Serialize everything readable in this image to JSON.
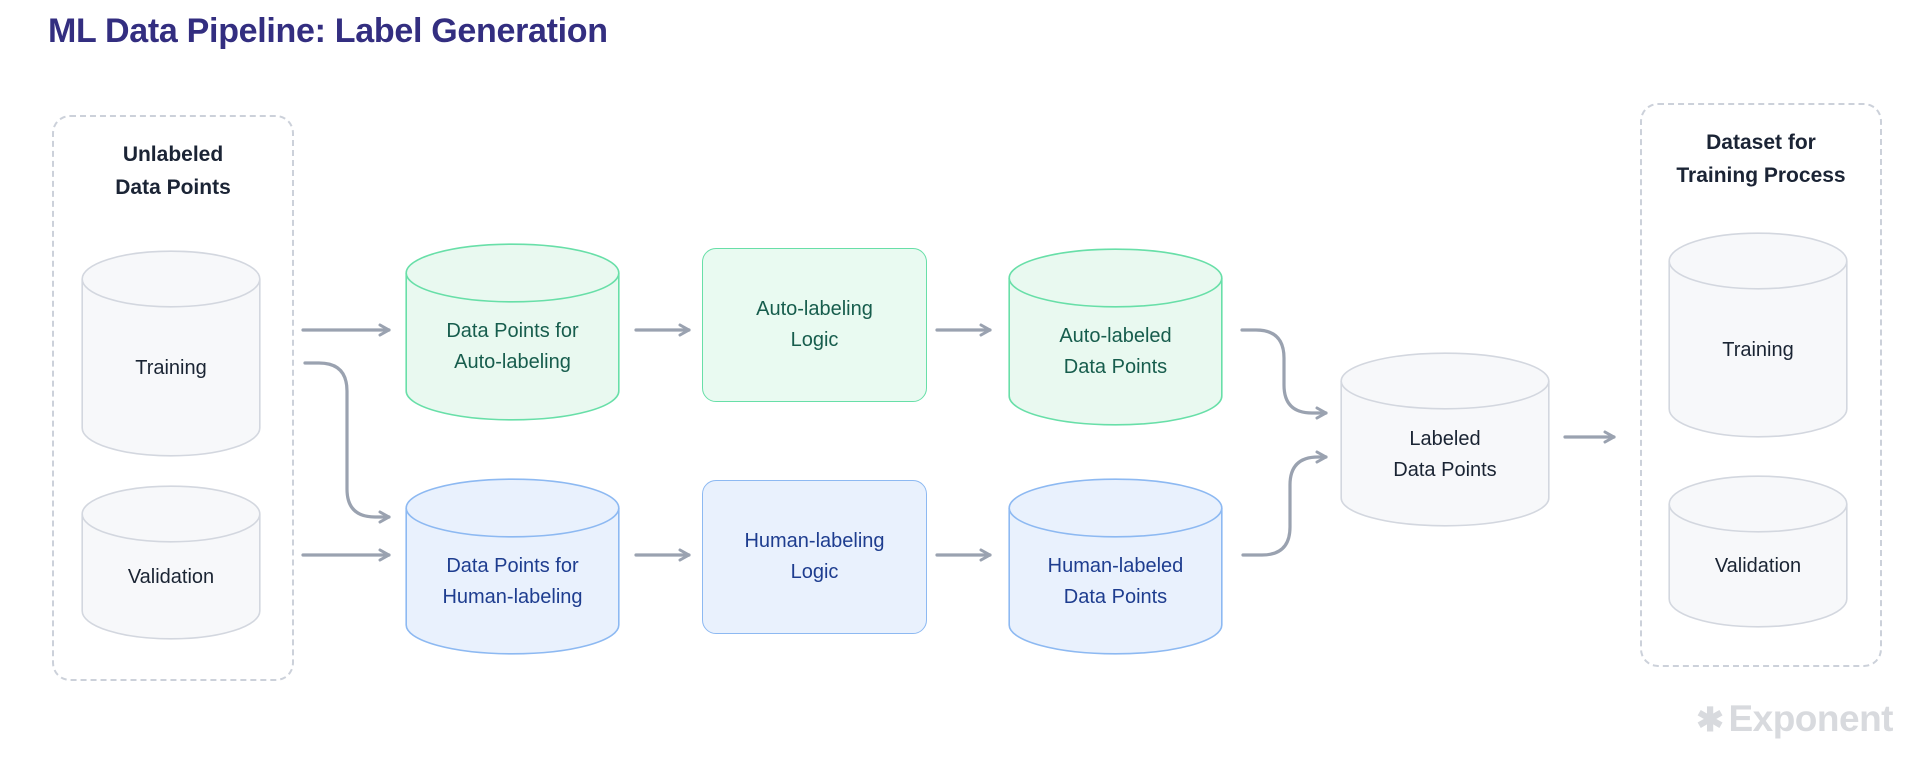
{
  "title": "ML Data Pipeline: Label Generation",
  "left_group": {
    "title": "Unlabeled\nData Points",
    "cylinders": [
      {
        "label": "Training"
      },
      {
        "label": "Validation"
      }
    ]
  },
  "pipeline": {
    "auto": {
      "input": "Data Points for\nAuto-labeling",
      "logic": "Auto-labeling\nLogic",
      "output": "Auto-labeled\nData Points"
    },
    "human": {
      "input": "Data Points for\nHuman-labeling",
      "logic": "Human-labeling\nLogic",
      "output": "Human-labeled\nData Points"
    },
    "merge": "Labeled\nData Points"
  },
  "right_group": {
    "title": "Dataset for\nTraining Process",
    "cylinders": [
      {
        "label": "Training"
      },
      {
        "label": "Validation"
      }
    ]
  },
  "logo": {
    "mark": "✱",
    "text": "Exponent"
  },
  "colors": {
    "title_text": "#332e80",
    "dashed_border": "#ccd1da",
    "gray_fill": "#f7f8fa",
    "gray_stroke": "#d3d7df",
    "green_fill": "#e9f9f0",
    "green_stroke": "#68dfa8",
    "green_text": "#175d4d",
    "blue_fill": "#e9f1fd",
    "blue_stroke": "#8db9f2",
    "blue_text": "#1e3d8f",
    "dark_text": "#1b2435",
    "arrow": "#9aa2b0",
    "logo_text": "#d8dade"
  }
}
